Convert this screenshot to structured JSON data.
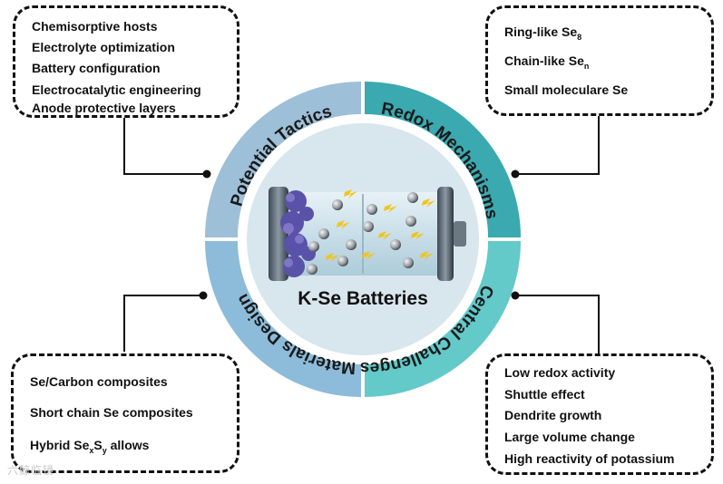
{
  "center_label": "K-Se Batteries",
  "quadrants": {
    "top_left": "Potential Tactics",
    "top_right": "Redox Mechanisms",
    "bottom_right": "Central Challenges",
    "bottom_left": "Materials Design"
  },
  "boxes": {
    "potential_tactics": [
      "Chemisorptive hosts",
      "Electrolyte optimization",
      "Battery configuration",
      "Electrocatalytic engineering",
      "Anode protective layers"
    ],
    "redox_mechanisms": {
      "ring": {
        "text": "Ring-like Se",
        "sub": "8"
      },
      "chain": {
        "text": "Chain-like Se",
        "sub": "n"
      },
      "small": "Small moleculare Se"
    },
    "materials_design": {
      "item1": "Se/Carbon composites",
      "item2": "Short chain Se composites",
      "item3": {
        "pre": "Hybrid Se",
        "sub1": "x",
        "mid": "S",
        "sub2": "y",
        "post": " allows"
      }
    },
    "central_challenges": [
      "Low redox activity",
      "Shuttle effect",
      "Dendrite growth",
      "Large volume change",
      "High reactivity of potassium"
    ]
  },
  "watermark": "六鲸临镜",
  "colors": {
    "top_left": "#9dbfd7",
    "top_right": "#3aa9b0",
    "bottom_right": "#63c9c9",
    "bottom_left": "#8cbcd9",
    "inner": "#d8e6ee"
  }
}
